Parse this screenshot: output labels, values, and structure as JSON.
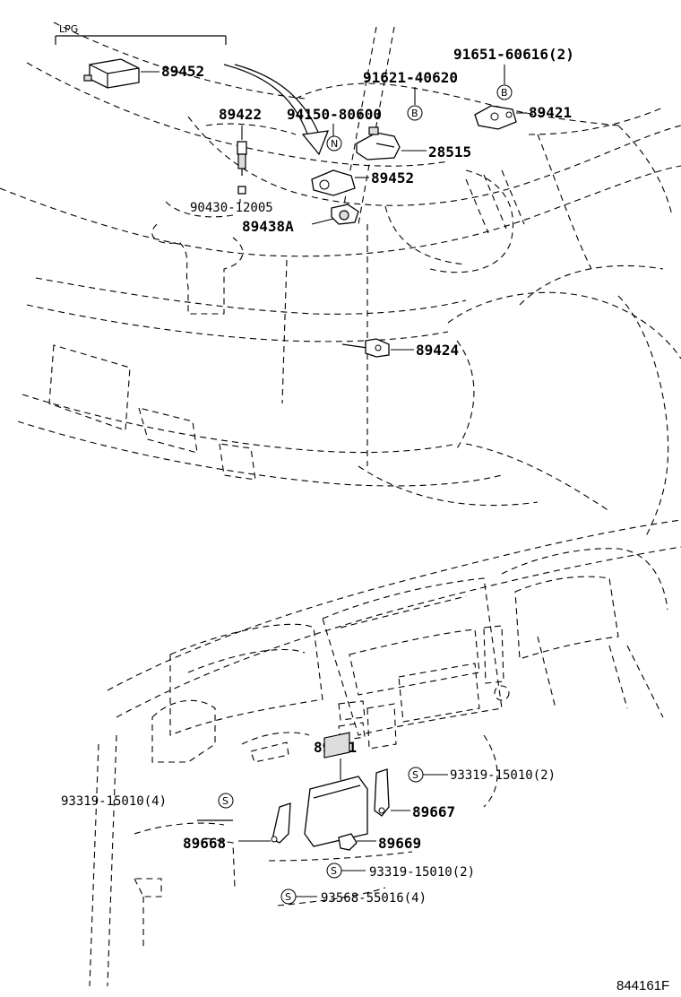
{
  "header": {
    "lpg_label": "LPG"
  },
  "callouts": {
    "p89452_top": "89452",
    "p89422": "89422",
    "p94150": "94150-80600",
    "p91621": "91621-40620",
    "p91651": "91651-60616(2)",
    "p89421": "89421",
    "p28515": "28515",
    "p89452_mid": "89452",
    "p90430": "90430-12005",
    "p89438A": "89438A",
    "p89424": "89424",
    "p89661": "89661",
    "p93319_r1": "93319-15010(2)",
    "p93319_l": "93319-15010(4)",
    "p89667": "89667",
    "p89668": "89668",
    "p89669": "89669",
    "p93319_r2": "93319-15010(2)",
    "p93568": "93568-55016(4)"
  },
  "markers": {
    "N": "N",
    "B": "B",
    "S": "S"
  },
  "footer": {
    "drawing_code": "844161F"
  }
}
